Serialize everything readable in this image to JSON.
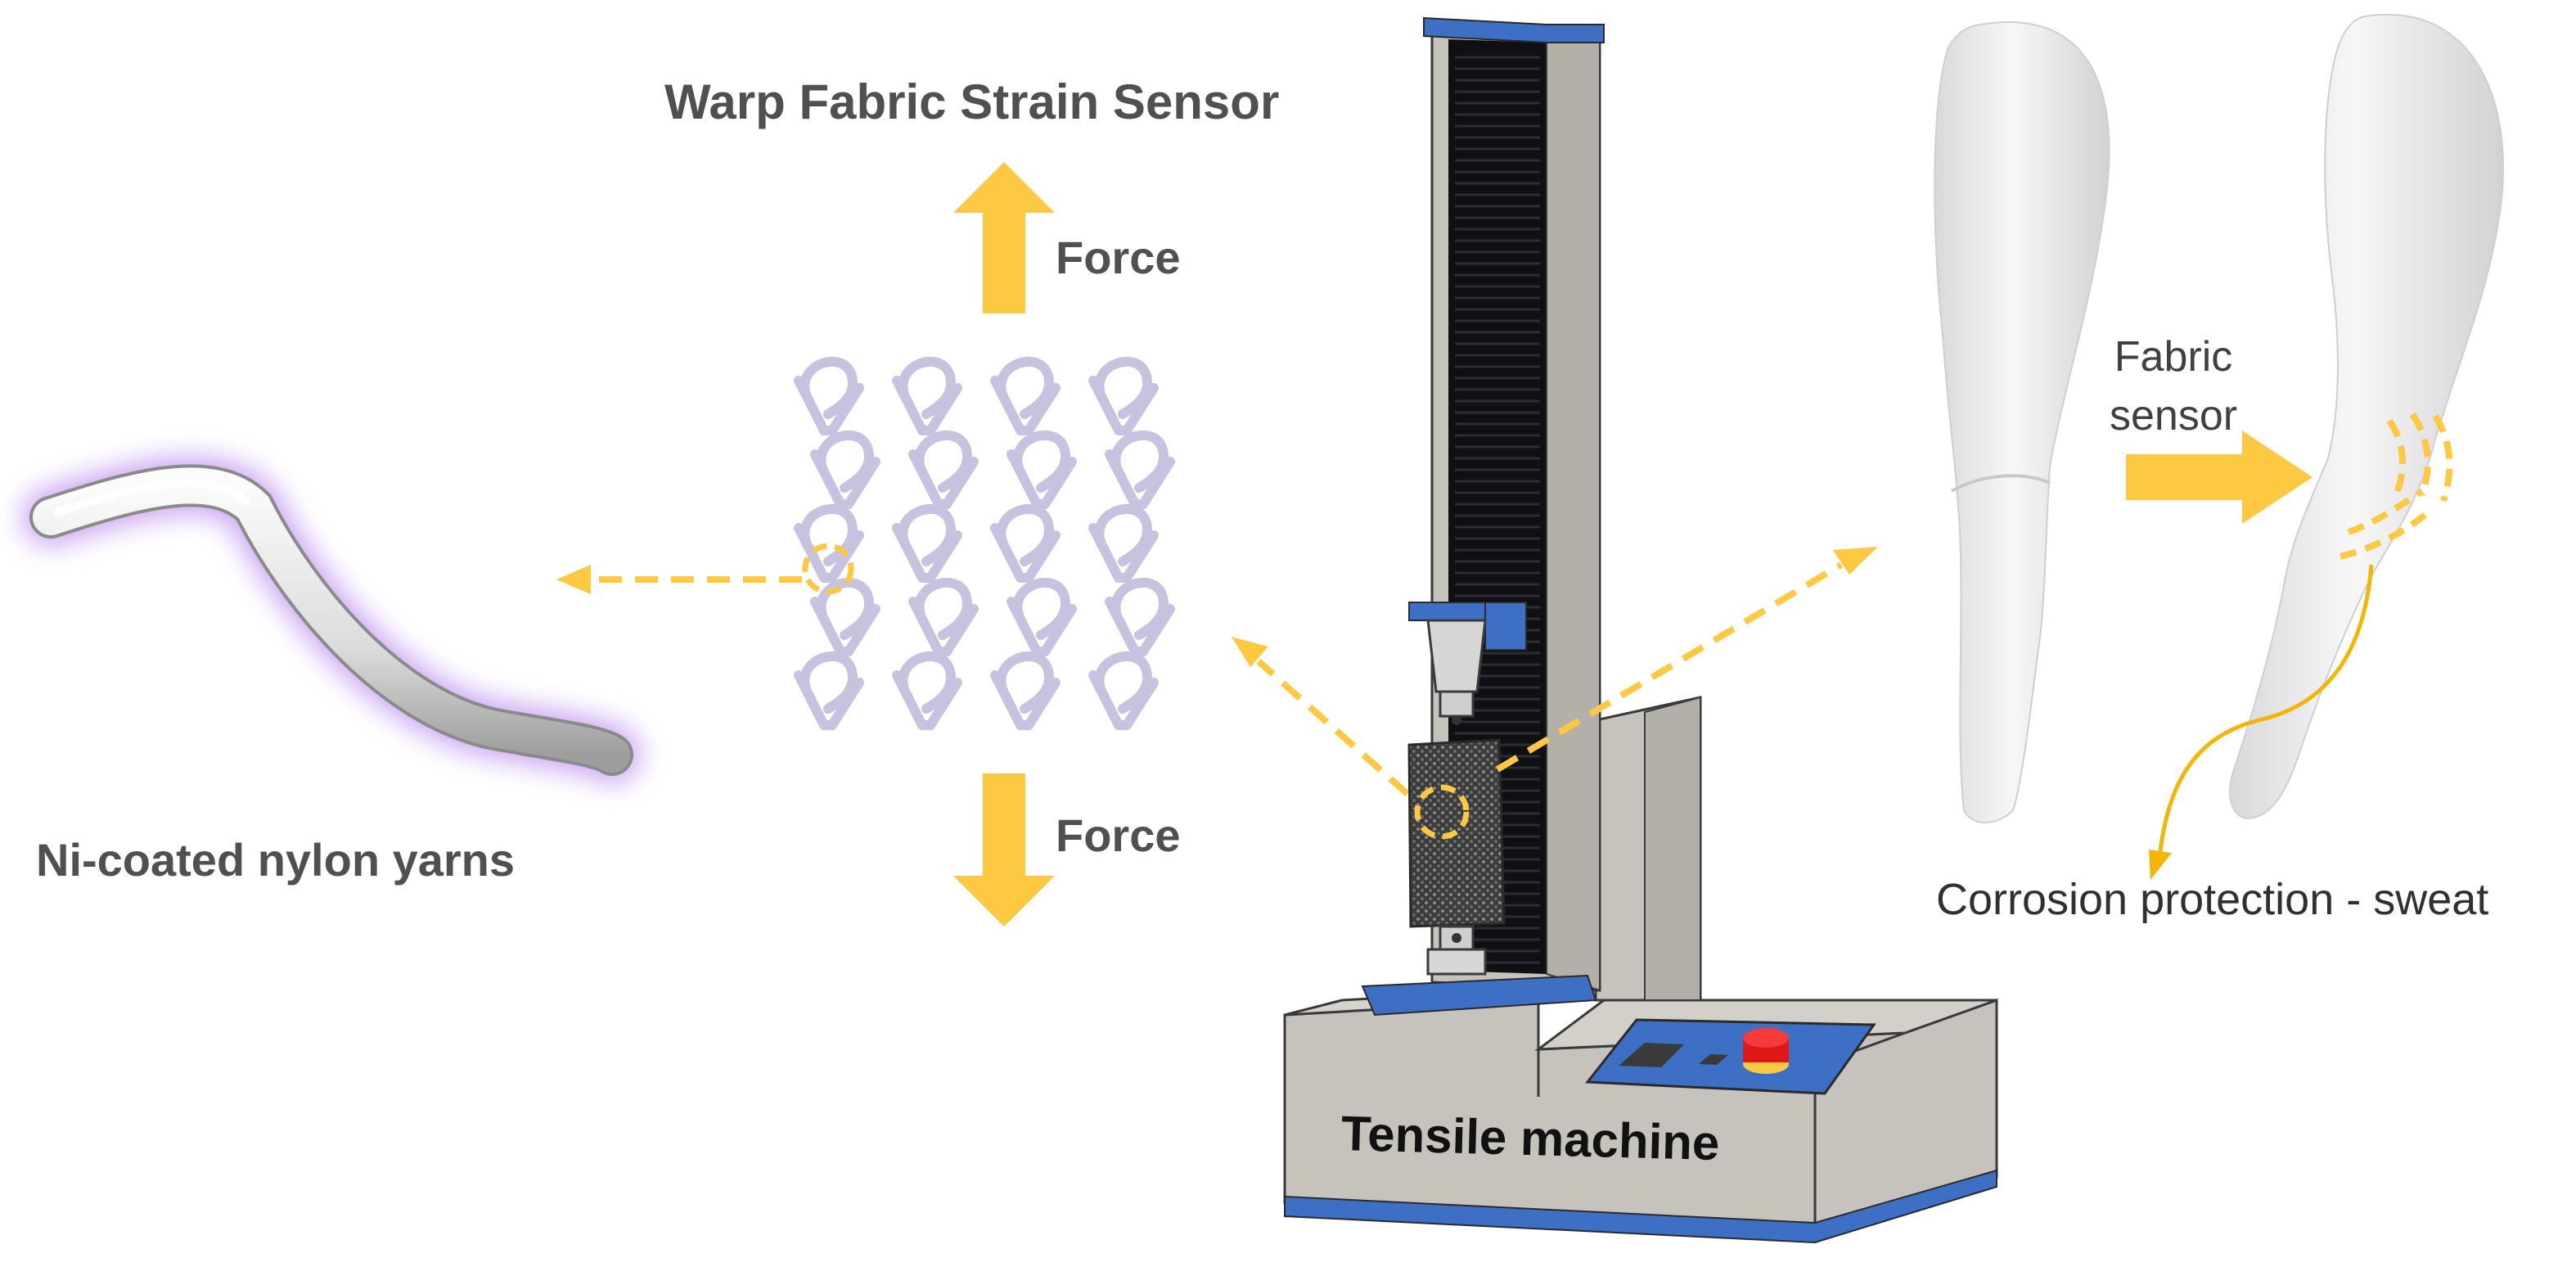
{
  "title": "Warp Fabric Strain Sensor",
  "force_top": "Force",
  "force_bottom": "Force",
  "yarn_label": "Ni-coated nylon yarns",
  "machine_label": "Tensile machine",
  "fabric_sensor": "Fabric\nsensor",
  "corrosion": "Corrosion protection - sweat",
  "colors": {
    "accent_arrow": "#fdc842",
    "knit": "#c5c3e0",
    "machine_gray": "#c5c2bb",
    "machine_blue": "#3d6fc4",
    "yarn_glow": "#b98be6",
    "limb": "#efeff1"
  }
}
